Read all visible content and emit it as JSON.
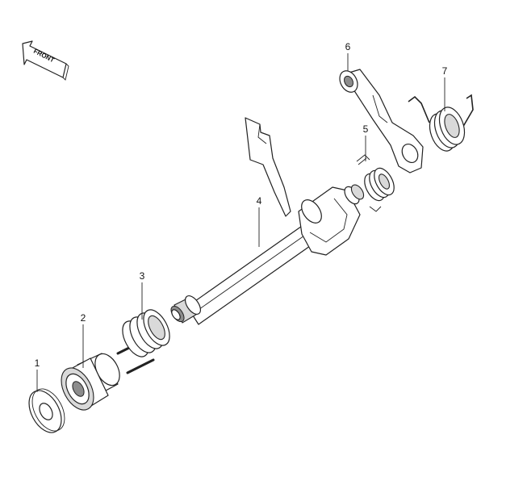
{
  "front_indicator": {
    "label": "FRONT",
    "icon": "front-arrow-icon"
  },
  "callouts": [
    {
      "id": "1",
      "label": "1"
    },
    {
      "id": "2",
      "label": "2"
    },
    {
      "id": "3",
      "label": "3"
    },
    {
      "id": "4",
      "label": "4"
    },
    {
      "id": "5",
      "label": "5"
    },
    {
      "id": "6",
      "label": "6"
    },
    {
      "id": "7",
      "label": "7"
    }
  ]
}
